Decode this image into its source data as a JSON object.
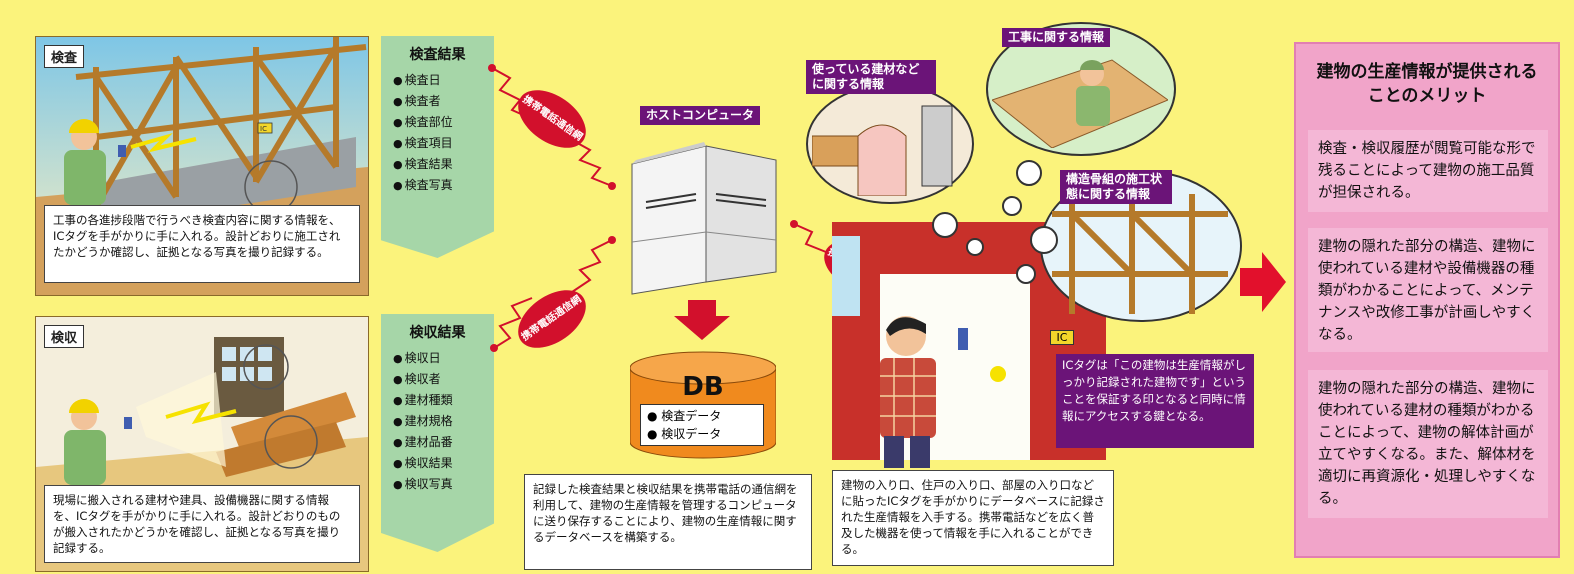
{
  "inspection": {
    "label": "検査",
    "caption": "工事の各進捗段階で行うべき検査内容に関する情報を、ICタグを手がかりに手に入れる。設計どおりに施工されたかどうか確認し、証拠となる写真を撮り記録する。",
    "tag": "IC"
  },
  "receiving": {
    "label": "検収",
    "caption": "現場に搬入される建材や建具、設備機器に関する情報を、ICタグを手がかりに手に入れる。設計どおりのものが搬入されたかどうかを確認し、証拠となる写真を撮り記録する。"
  },
  "inspection_results": {
    "title": "検査結果",
    "items": [
      "検査日",
      "検査者",
      "検査部位",
      "検査項目",
      "検査結果",
      "検査写真"
    ]
  },
  "receiving_results": {
    "title": "検収結果",
    "items": [
      "検収日",
      "検収者",
      "建材種類",
      "建材規格",
      "建材品番",
      "検収結果",
      "検収写真"
    ]
  },
  "network_label": "携帯電話通信網",
  "host": {
    "label": "ホストコンピュータ",
    "db_title": "DB",
    "db_items": [
      "検査データ",
      "検収データ"
    ],
    "caption": "記録した検査結果と検収結果を携帯電話の通信網を利用して、建物の生産情報を管理するコンピュータに送り保存することにより、建物の生産情報に関するデータベースを構築する。"
  },
  "building": {
    "materials_label": "使っている建材などに関する情報",
    "construction_label": "工事に関する情報",
    "framing_label": "構造骨組の施工状態に関する情報",
    "ic_tag": "IC",
    "ic_note": "ICタグは「この建物は生産情報がしっかり記録された建物です」ということを保証する印となると同時に情報にアクセスする鍵となる。",
    "caption": "建物の入り口、住戸の入り口、部屋の入り口などに貼ったICタグを手がかりにデータベースに記録された生産情報を入手する。携帯電話などを広く普及した機器を使って情報を手に入れることができる。"
  },
  "merits": {
    "title": "建物の生産情報が提供されることのメリット",
    "items": [
      "検査・検収履歴が閲覧可能な形で残ることによって建物の施工品質が担保される。",
      "建物の隠れた部分の構造、建物に使われている建材や設備機器の種類がわかることによって、メンテナンスや改修工事が計画しやすくなる。",
      "建物の隠れた部分の構造、建物に使われている建材の種類がわかることによって、建物の解体計画が立てやすくなる。また、解体材を適切に再資源化・処理しやすくなる。"
    ]
  },
  "colors": {
    "background": "#fbf37c",
    "accent_red": "#d2102c",
    "purple": "#6b1478",
    "green_list": "#a6d6a8",
    "pink": "#f4b7d6",
    "db_orange": "#f08a1e"
  }
}
